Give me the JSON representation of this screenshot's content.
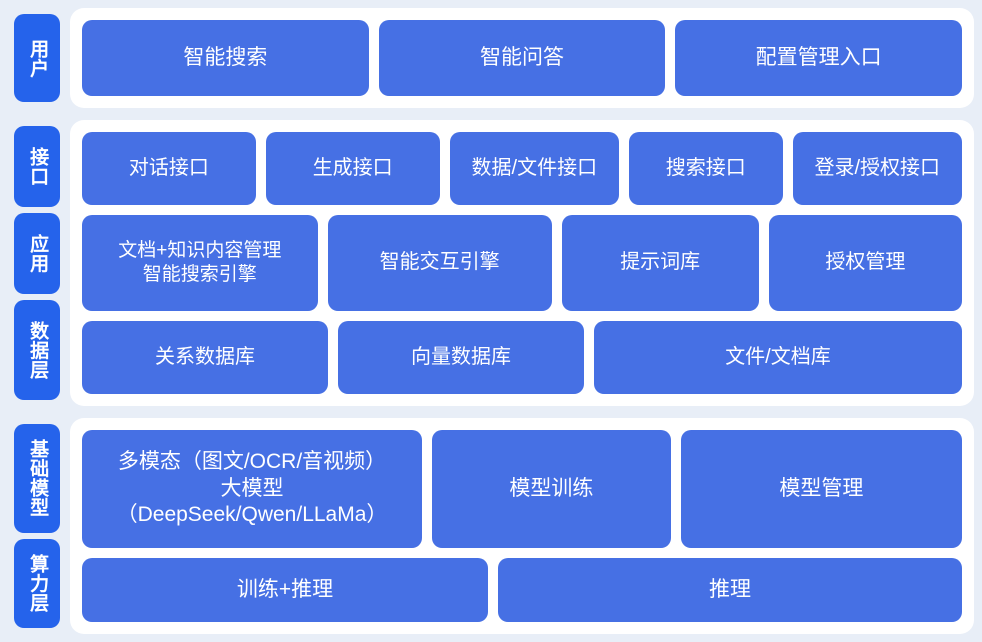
{
  "theme": {
    "page_background": "#e8eef7",
    "panel_background": "#ffffff",
    "tab_color": "#2563eb",
    "cell_color": "#4670e4",
    "text_color": "#ffffff"
  },
  "bands": {
    "user": {
      "tabs": [
        {
          "label": "用户"
        }
      ],
      "rows": [
        {
          "name": "user-entry-row",
          "cells": [
            {
              "label": "智能搜索",
              "flex": 1
            },
            {
              "label": "智能问答",
              "flex": 1
            },
            {
              "label": "配置管理入口",
              "flex": 1
            }
          ]
        }
      ]
    },
    "platform": {
      "tabs": [
        {
          "label": "接口"
        },
        {
          "label": "应用"
        },
        {
          "label": "数据层"
        }
      ],
      "rows": [
        {
          "name": "interface-row",
          "cells": [
            {
              "label": "对话接口",
              "flex": 1.06
            },
            {
              "label": "生成接口",
              "flex": 1.06
            },
            {
              "label": "数据/文件接口",
              "flex": 1.03
            },
            {
              "label": "搜索接口",
              "flex": 0.92
            },
            {
              "label": "登录/授权接口",
              "flex": 1.03
            }
          ]
        },
        {
          "name": "application-row",
          "cells": [
            {
              "label": "文档+知识内容管理\n智能搜索引擎",
              "flex": 1.12,
              "multiline": true
            },
            {
              "label": "智能交互引擎",
              "flex": 1.06
            },
            {
              "label": "提示词库",
              "flex": 0.92
            },
            {
              "label": "授权管理",
              "flex": 0.9
            }
          ]
        },
        {
          "name": "data-layer-row",
          "cells": [
            {
              "label": "关系数据库",
              "flex": 1
            },
            {
              "label": "向量数据库",
              "flex": 1
            },
            {
              "label": "文件/文档库",
              "flex": 1.54
            }
          ]
        }
      ]
    },
    "infrastructure": {
      "tabs": [
        {
          "label": "基础模型"
        },
        {
          "label": "算力层"
        }
      ],
      "rows": [
        {
          "name": "model-row",
          "cells": [
            {
              "label": "多模态（图文/OCR/音视频）\n大模型（DeepSeek/Qwen/LLaMa）",
              "flex": 1.2,
              "multiline": true
            },
            {
              "label": "模型训练",
              "flex": 0.82
            },
            {
              "label": "模型管理",
              "flex": 0.98
            }
          ]
        },
        {
          "name": "compute-row",
          "cells": [
            {
              "label": "训练+推理",
              "flex": 0.93
            },
            {
              "label": "推理",
              "flex": 1.07
            }
          ]
        }
      ]
    }
  }
}
